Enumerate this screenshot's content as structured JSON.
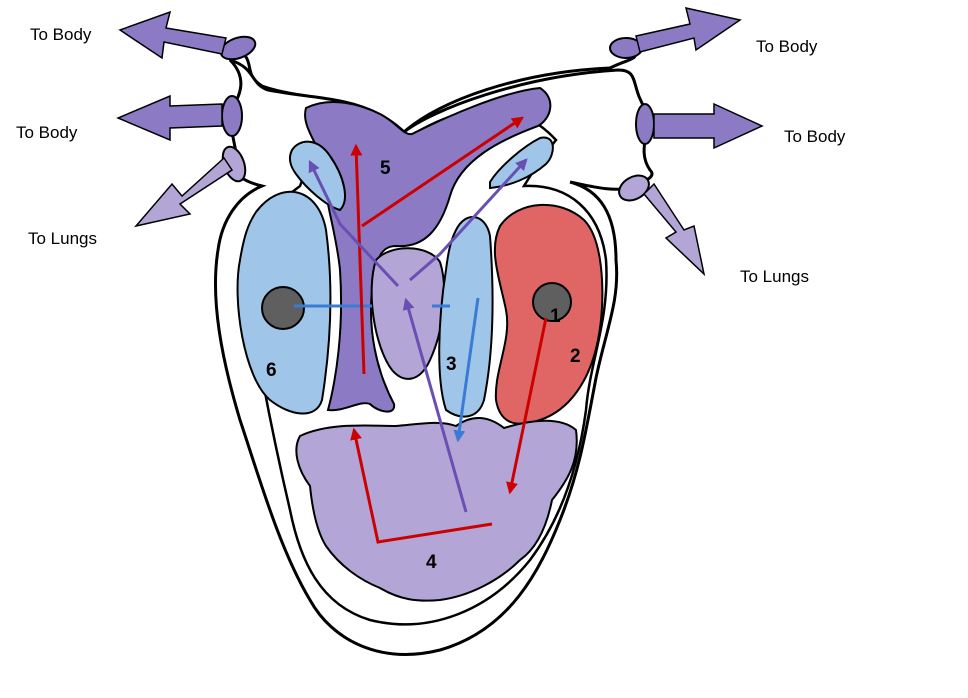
{
  "labels": {
    "to_body_top_left": "To Body",
    "to_body_mid_left": "To Body",
    "to_lungs_left": "To Lungs",
    "to_body_top_right": "To Body",
    "to_body_mid_right": "To Body",
    "to_lungs_right": "To Lungs"
  },
  "numbers": {
    "n1": "1",
    "n2": "2",
    "n3": "3",
    "n4": "4",
    "n5": "5",
    "n6": "6"
  },
  "colors": {
    "outline": "#000000",
    "dark_purple": "#8c7bc4",
    "light_purple": "#b3a6d6",
    "light_blue": "#9fc6e8",
    "red_chamber": "#e06666",
    "node_gray": "#5f5f5f",
    "arrow_red": "#cc0000",
    "arrow_purple": "#6a4fb3",
    "arrow_blue": "#3a7bd5"
  }
}
